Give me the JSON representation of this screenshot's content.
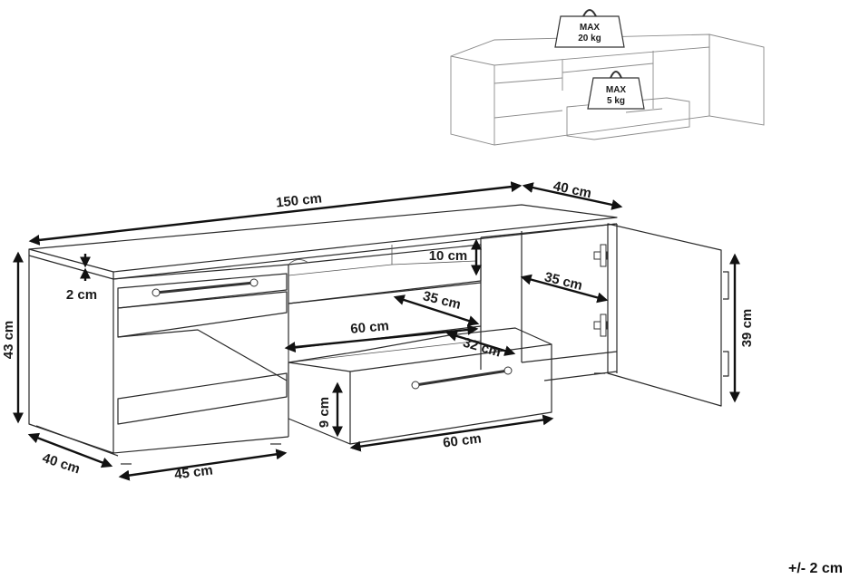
{
  "product_dimensions": {
    "width": "150 cm",
    "depth": "40 cm",
    "height": "43 cm",
    "top_thickness": "2 cm",
    "shelf_gap": "10 cm",
    "shelf_depth": "35 cm",
    "drawer_inner_width": "60 cm",
    "drawer_depth": "32 cm",
    "drawer_height": "9 cm",
    "drawer_front_width": "60 cm",
    "cabinet_depth": "35 cm",
    "door_height": "39 cm",
    "side_depth": "40 cm",
    "side_width": "45 cm"
  },
  "load_limits": {
    "top_label": "MAX",
    "top_value": "20 kg",
    "drawer_label": "MAX",
    "drawer_value": "5 kg"
  },
  "tolerance": "+/- 2 cm"
}
